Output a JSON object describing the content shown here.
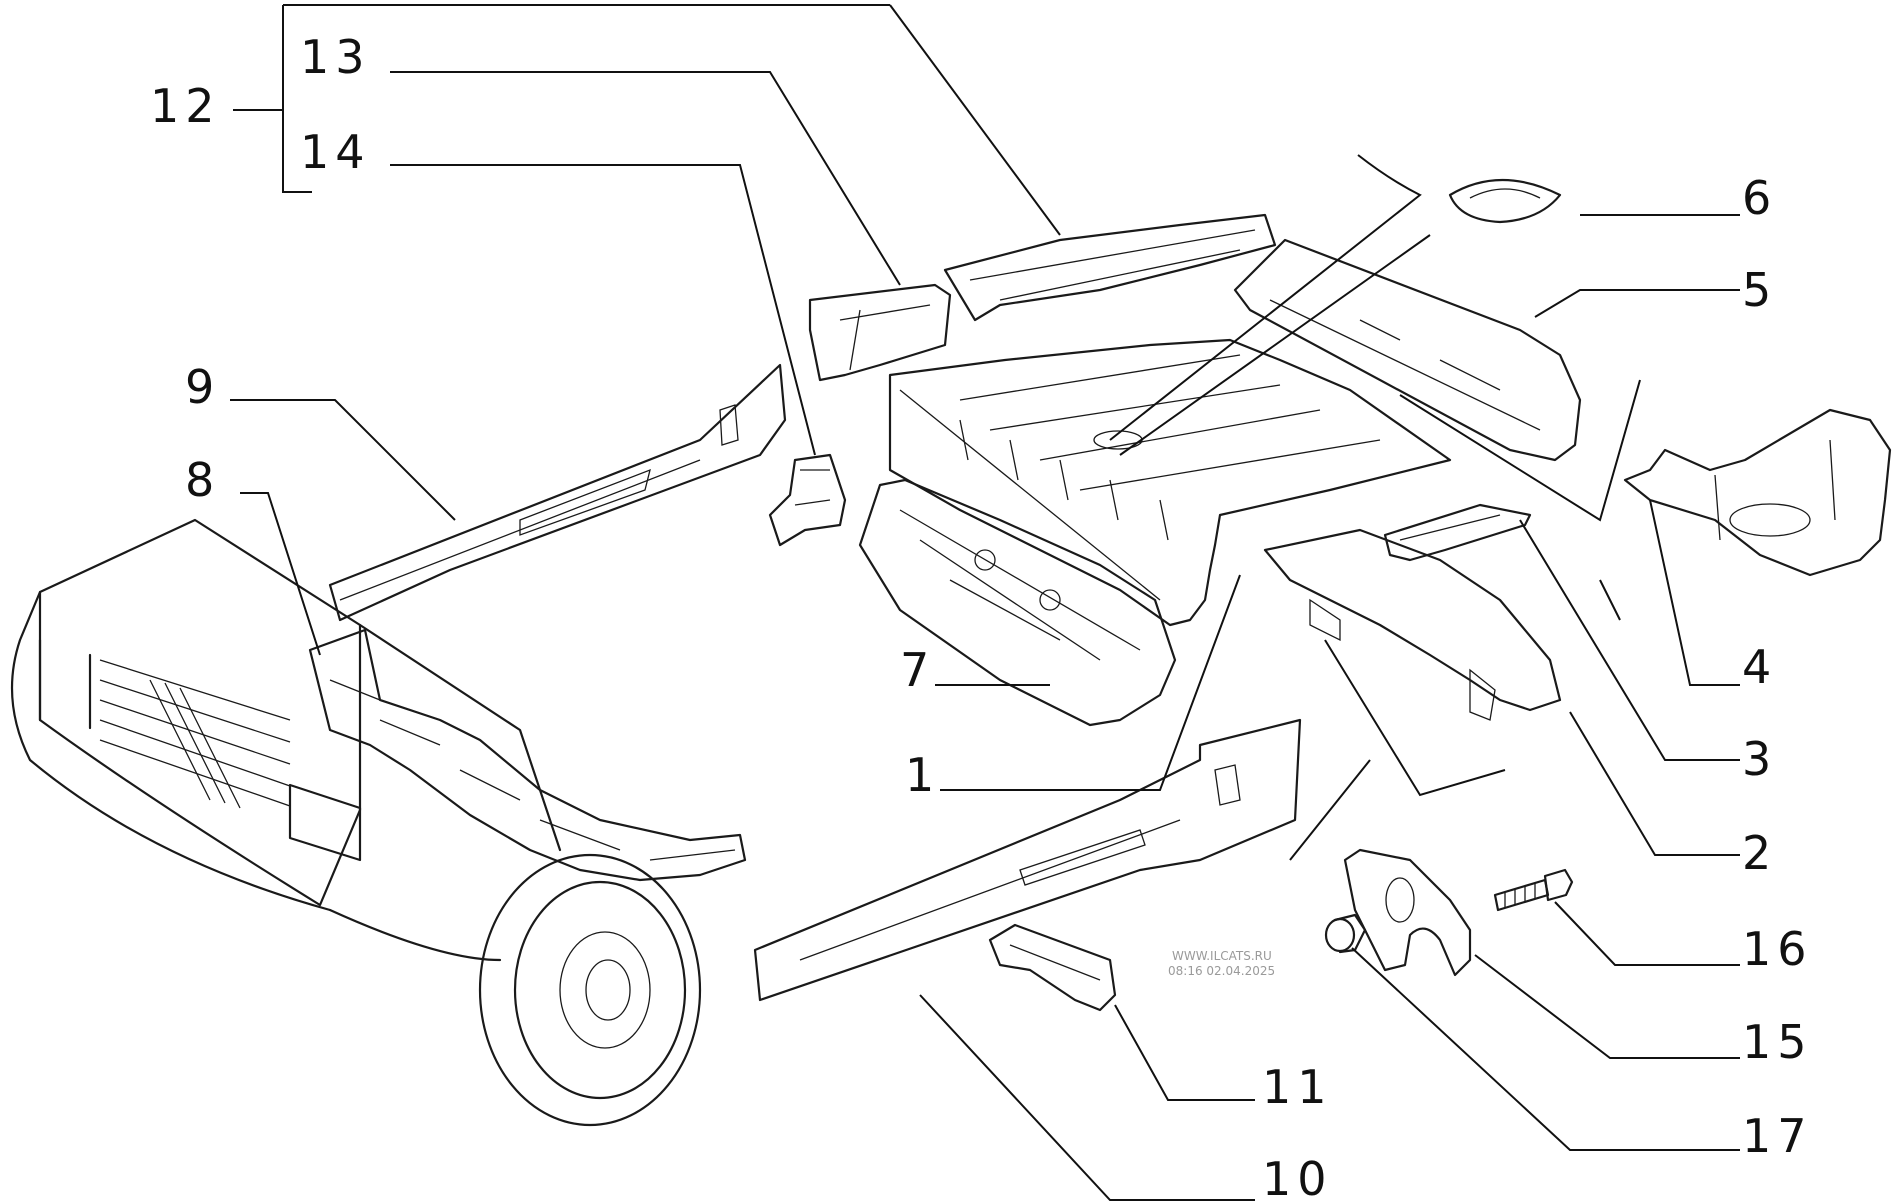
{
  "callouts": {
    "c1": "1",
    "c2": "2",
    "c3": "3",
    "c4": "4",
    "c5": "5",
    "c6": "6",
    "c7": "7",
    "c8": "8",
    "c9": "9",
    "c10": "10",
    "c11": "11",
    "c12": "12",
    "c13": "13",
    "c14": "14",
    "c15": "15",
    "c16": "16",
    "c17": "17"
  },
  "watermark": {
    "line1": "WWW.ILCATS.RU",
    "line2": "08:16 02.04.2025"
  }
}
